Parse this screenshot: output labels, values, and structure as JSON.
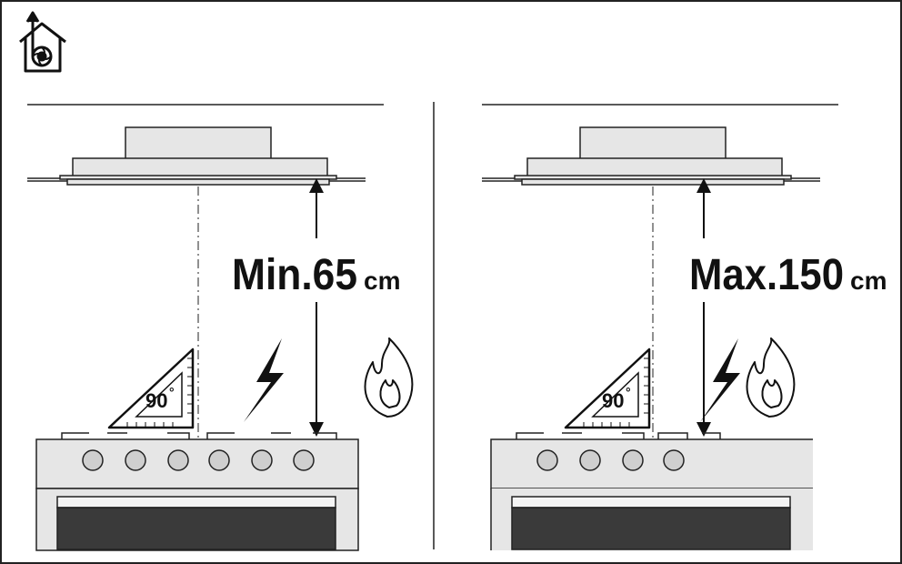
{
  "panels": [
    {
      "id": "left",
      "value": "Min.65",
      "unit": "cm"
    },
    {
      "id": "right",
      "value": "Max.150",
      "unit": "cm"
    }
  ],
  "square_angle": "90",
  "square_degree_symbol": "°",
  "icons": {
    "top_left": "house-ventilation-icon",
    "electric": "lightning-bolt-icon",
    "gas": "gas-flame-icon",
    "angle": "set-square-icon"
  },
  "colors": {
    "line": "#222222",
    "hood_body": "#e6e6e6",
    "stove_body": "#e6e6e6",
    "burner": "#cfcfcf",
    "oven_window": "#3a3a3a"
  }
}
